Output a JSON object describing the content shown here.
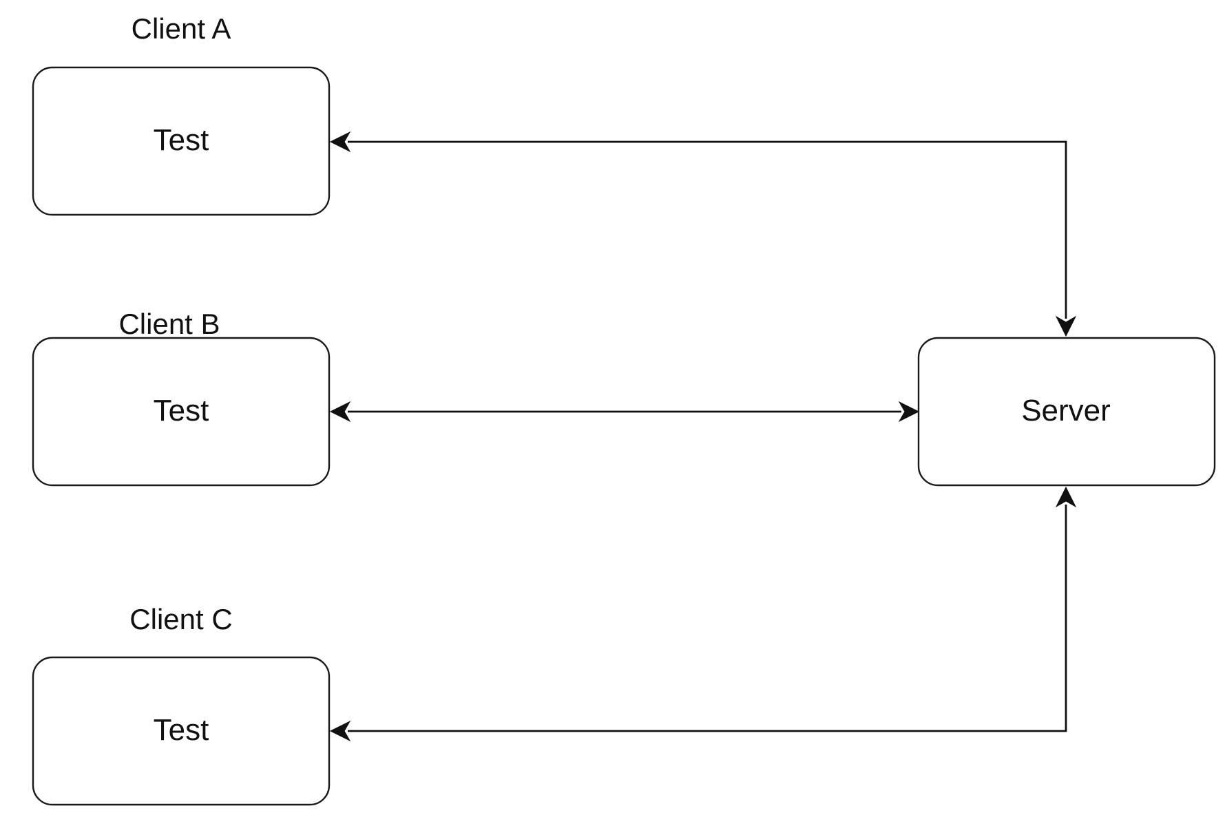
{
  "diagram": {
    "nodes": {
      "client_a": {
        "caption": "Client A",
        "text": "Test"
      },
      "client_b": {
        "caption": "Client B",
        "text": "Test"
      },
      "client_c": {
        "caption": "Client C",
        "text": "Test"
      },
      "server": {
        "text": "Server"
      }
    },
    "edges": [
      {
        "from": "server",
        "to": "client_a",
        "direction": "both"
      },
      {
        "from": "server",
        "to": "client_b",
        "direction": "both"
      },
      {
        "from": "server",
        "to": "client_c",
        "direction": "both"
      }
    ],
    "colors": {
      "stroke": "#1a1a1a",
      "background": "#ffffff"
    }
  }
}
